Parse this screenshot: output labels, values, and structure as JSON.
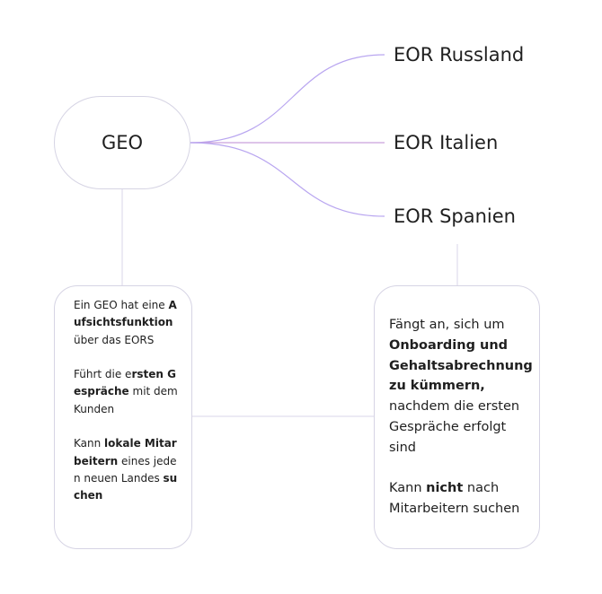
{
  "root": {
    "label": "GEO"
  },
  "branches": [
    {
      "label": "EOR Russland"
    },
    {
      "label": "EOR Italien"
    },
    {
      "label": "EOR Spanien"
    }
  ],
  "notes": {
    "left": {
      "p1": {
        "a": "Ein GEO hat eine ",
        "b": "Aufsichtsfunktion",
        "c": " über das EORS"
      },
      "p2": {
        "a": "Führt die e",
        "b": "rsten Gespräche",
        "c": " mit dem Kunden"
      },
      "p3": {
        "a": "Kann ",
        "b": "lokale Mitarbeitern",
        "c": " eines jeden neuen Landes ",
        "d": "suchen"
      }
    },
    "right": {
      "p1": {
        "a": "Fängt an, sich um ",
        "b": "Onboarding und Gehaltsabrechnung zu kümmern,",
        "c": " nachdem die ersten Gespräche erfolgt sind"
      },
      "p2": {
        "a": "Kann ",
        "b": "nicht",
        "c": " nach Mitarbeitern suchen"
      }
    }
  },
  "colors": {
    "branch_line": "#b9a6f0",
    "connector_line": "#d9d6ea",
    "text": "#1f1f1f"
  }
}
